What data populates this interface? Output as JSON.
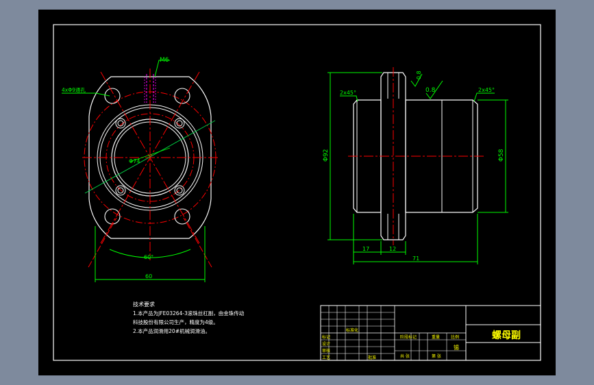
{
  "colors": {
    "background_outer": "#7e8a9d",
    "sheet": "#000000",
    "border": "#ffffff",
    "outline": "#ffffff",
    "center_line": "#ff0000",
    "dimension": "#00ff00",
    "hidden": "#ff00ff",
    "annotation": "#ffff00",
    "accent_line": "#00cc44"
  },
  "front_view": {
    "thread_label": "M6",
    "holes_label": "4xΦ9通孔",
    "diameter_label": "Φ74",
    "angle_label": "60°",
    "width_label": "60"
  },
  "side_view": {
    "chamfer_left": "2x45°",
    "chamfer_right": "2x45°",
    "roughness_1": "0.8",
    "roughness_2": "0.8",
    "outer_diameter": "Φ92",
    "body_diameter": "Φ58",
    "dim_17": "17",
    "dim_12": "12",
    "dim_71": "71"
  },
  "notes": {
    "title": "技术要求",
    "line_1": "1.本产品为JFE03264-3滚珠丝杠副，由金珠传动",
    "line_2": "科技股份有限公司生产，精度为4级。",
    "line_3": "2.本产品润滑用20#机械润滑油。"
  },
  "title_block": {
    "part_name": "螺母副",
    "material": "锡",
    "cell_label_1": "标记",
    "cell_label_2": "设计",
    "cell_label_3": "审核",
    "cell_label_4": "工艺",
    "cell_label_5": "标准化",
    "cell_label_6": "批准",
    "cell_label_7": "阶段标记",
    "cell_label_8": "重量",
    "cell_label_9": "比例",
    "cell_label_10": "共 张",
    "cell_label_11": "第 张"
  }
}
